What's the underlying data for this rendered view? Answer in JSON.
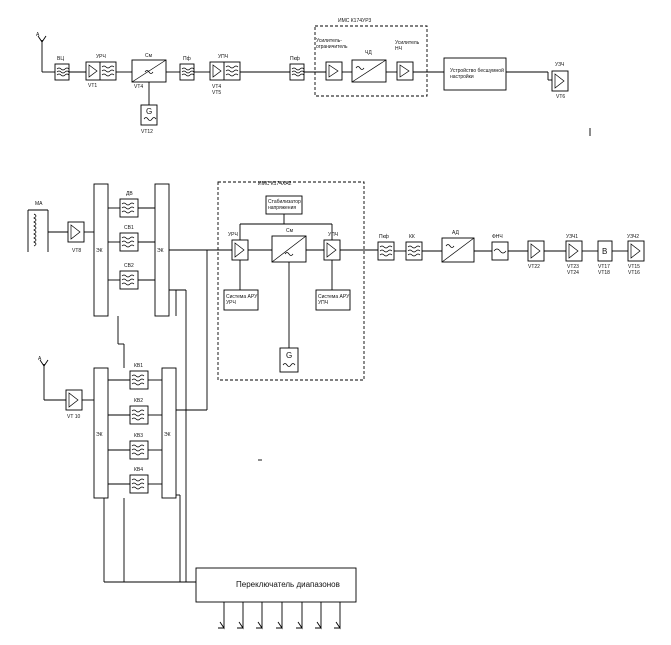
{
  "top_chain": {
    "antenna_label": "A",
    "blocks": {
      "vc": "ВЦ",
      "urch": "УРЧ",
      "urch_tr": "VT1",
      "mixer": "См",
      "mixer_tr": "VT4",
      "pf": "Пф",
      "upch": "УПЧ",
      "upch_tr": "VT4\nVT5",
      "pkf": "Пкф",
      "ims_label": "ИМС К174УР3",
      "limiter": "Усилитель-\nограничитель",
      "chd": "ЧД",
      "unch": "Усилитель\nНЧ",
      "tuning": "Устройство бесшумной\nнастройки",
      "uzch": "УЗЧ",
      "uzch_tr": "VT6",
      "gen": "G",
      "gen_tr": "VT12"
    }
  },
  "bottom_chain": {
    "ma_label": "МА",
    "vt_ma": "VT8",
    "antenna_label": "A",
    "vt_a": "VT 10",
    "switch_left_top": "ЭК",
    "switch_right_top": "ЭК",
    "switch_left_bot": "ЭК",
    "switch_right_bot": "ЭК",
    "bands_top": [
      "ДВ",
      "СВ1",
      "СВ2"
    ],
    "bands_bot": [
      "КВ1",
      "КВ2",
      "КВ3",
      "КВ4"
    ],
    "ims_label": "ИМС К174ХА2",
    "stabilizer": "Стабилизатор\nнапряжения",
    "urch": "УРЧ",
    "mixer": "См",
    "upch": "УПЧ",
    "agc_rf": "Система АРУ\nУРЧ",
    "agc_if": "Система АРУ\nУПЧ",
    "gen": "G",
    "pkf": "Пкф",
    "kk": "КК",
    "ad": "АД",
    "fnch": "ФНЧ",
    "vt22": "VT22",
    "uzch1": "УЗЧ1",
    "uzch1_tr": "VT23\nVT24",
    "b": "В",
    "b_tr": "VT17\nVT18",
    "uzch2": "УЗЧ2",
    "uzch2_tr": "VT15\nVT16",
    "range_switch": "Переключатель диапазонов"
  }
}
